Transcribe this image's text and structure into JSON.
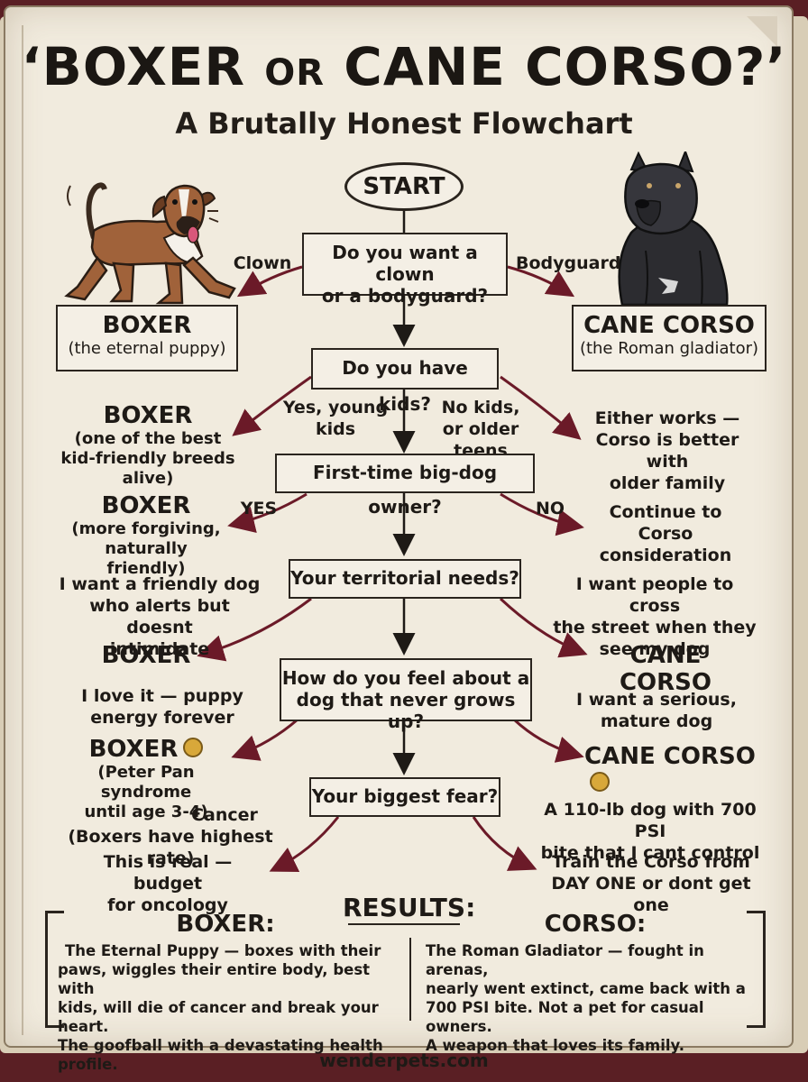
{
  "title": {
    "part1": "‘BOXER",
    "or": "OR",
    "part2": "CANE CORSO?’"
  },
  "subtitle": "A Brutally Honest Flowchart",
  "start": "START",
  "q1": {
    "question": [
      "Do you want a clown",
      "or a bodyguard?"
    ],
    "left_label": "Clown",
    "right_label": "Bodyguard",
    "left_result": {
      "name": "BOXER",
      "note": "(the eternal puppy)"
    },
    "right_result": {
      "name": "CANE CORSO",
      "note": "(the Roman gladiator)"
    }
  },
  "q2": {
    "question": "Do you have kids?",
    "left_label": [
      "Yes, young",
      "kids"
    ],
    "right_label": [
      "No kids,",
      "or older teens"
    ],
    "left_result": {
      "name": "BOXER",
      "note": [
        "(one of the best",
        "kid-friendly breeds alive)"
      ]
    },
    "right_result": [
      "Either works —",
      "Corso is better with",
      "older family"
    ]
  },
  "q3": {
    "question": "First-time big-dog owner?",
    "left_label": "YES",
    "right_label": "NO",
    "left_result": {
      "name": "BOXER",
      "note": [
        "(more forgiving,",
        "naturally friendly)"
      ]
    },
    "right_result": [
      "Continue to Corso",
      "consideration"
    ]
  },
  "q4": {
    "question": "Your territorial needs?",
    "left_label": [
      "I want a friendly dog",
      "who alerts but doesnt",
      "intimidate"
    ],
    "right_label": [
      "I want people to cross",
      "the street when they",
      "see my dog"
    ],
    "left_result": "BOXER",
    "right_result": "CANE CORSO"
  },
  "q5": {
    "question": [
      "How do you feel about a",
      "dog that never grows up?"
    ],
    "left_label": [
      "I love it — puppy",
      "energy forever"
    ],
    "right_label": [
      "I want a serious,",
      "mature dog"
    ],
    "left_result": {
      "name": "BOXER",
      "note": [
        "(Peter Pan syndrome",
        "until age 3-4)"
      ]
    },
    "right_result": "CANE CORSO"
  },
  "q6": {
    "question": "Your biggest fear?",
    "left_label": [
      "Cancer",
      "(Boxers have highest rate)"
    ],
    "right_label": [
      "A 110-lb dog with 700 PSI",
      "bite that I cant control"
    ],
    "left_result": [
      "This is real — budget",
      "for oncology"
    ],
    "right_result": [
      "Train the Corso from",
      "DAY ONE or dont get one"
    ]
  },
  "results": {
    "heading": "RESULTS:",
    "boxer": {
      "title": "BOXER:",
      "lines": [
        "The Eternal Puppy — boxes with their",
        "paws, wiggles their entire body, best with",
        "kids, will die of cancer and break your heart.",
        "The goofball with a devastating health profile."
      ]
    },
    "corso": {
      "title": "CORSO:",
      "lines": [
        "The Roman Gladiator — fought in arenas,",
        "nearly went extinct, came back with a",
        "700 PSI bite. Not a pet for casual owners.",
        "A weapon that loves its family."
      ]
    }
  },
  "footer": "wenderpets.com",
  "colors": {
    "paper": "#f1ebde",
    "ink": "#1e1a16",
    "arrow": "#6b1a28",
    "binding": "#5a1f24"
  }
}
